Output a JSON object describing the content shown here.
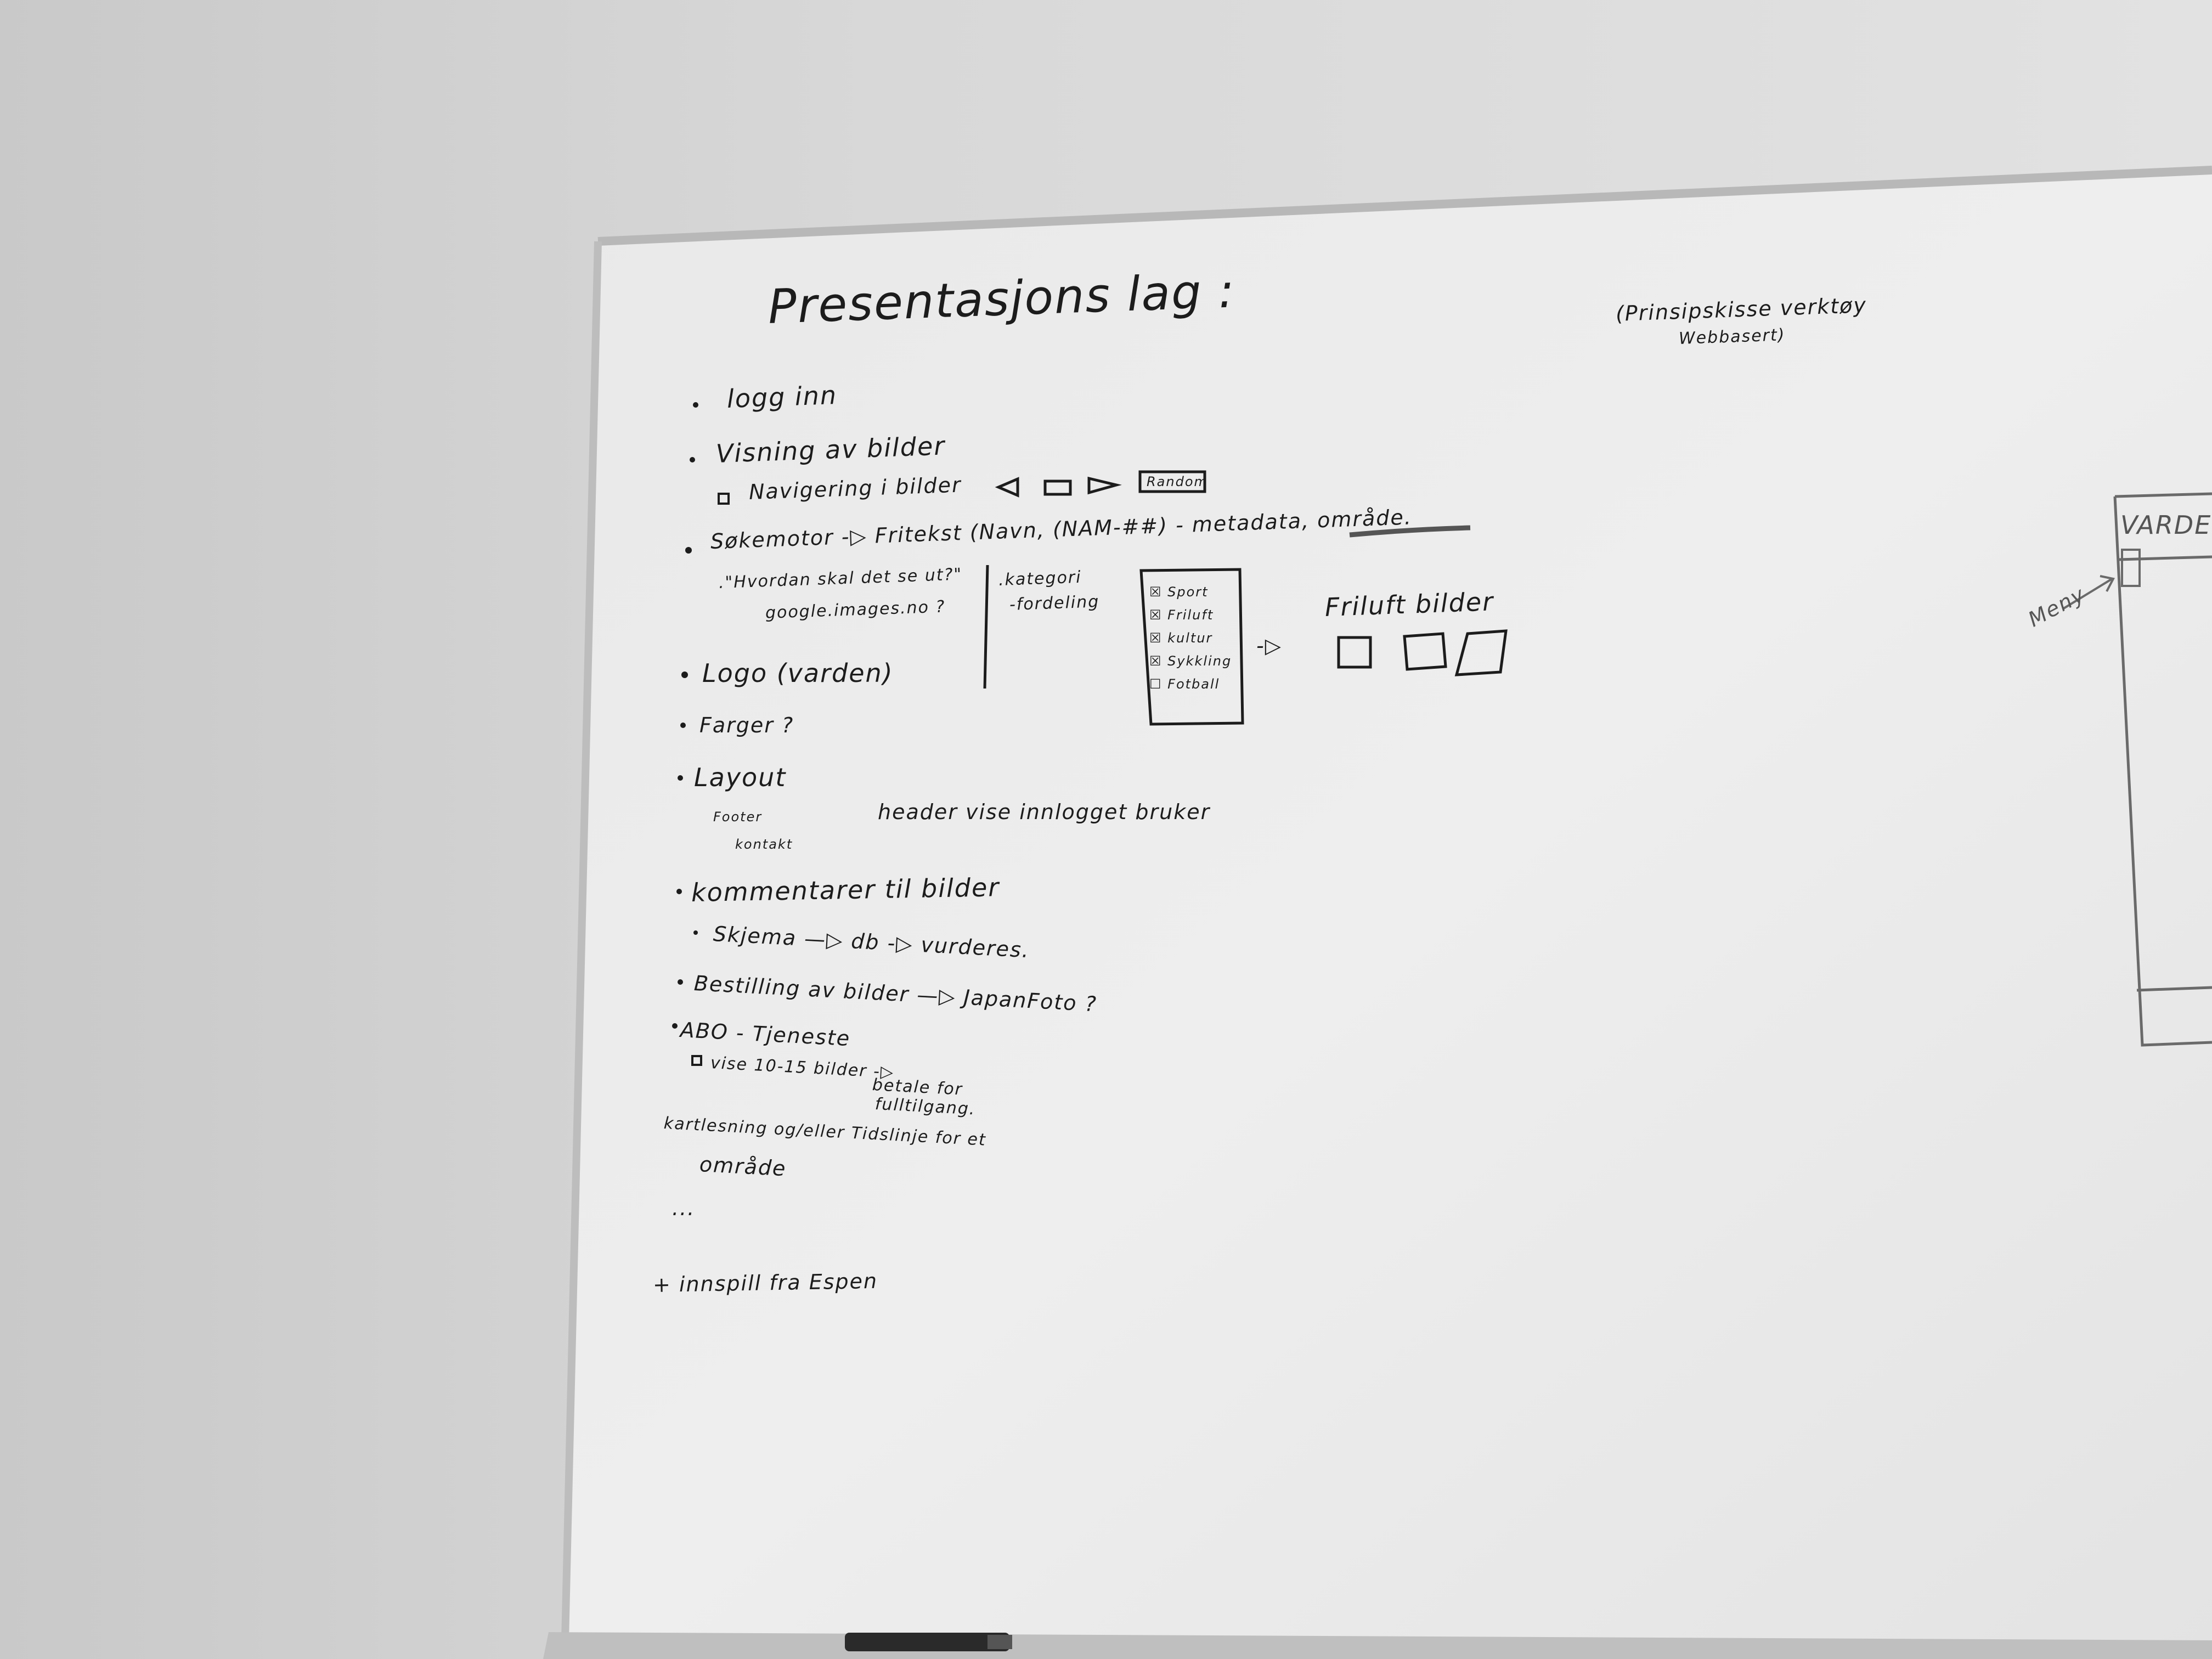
{
  "board": {
    "title": "Presentasjons lag :",
    "note_top_right": [
      "(Prinsipskisse verktøy",
      "Webbasert)"
    ],
    "items": {
      "logg_inn": "logg inn",
      "visning": "Visning av bilder",
      "navigering": "Navigering i bilder",
      "random_button": "Random",
      "sokemotor": "Søkemotor -▷ Fritekst (Navn, (NAM-##) - metadata, område.",
      "hvordan": ".\"Hvordan skal det se ut?\"",
      "google": "google.images.no ?",
      "kategori": ".kategori",
      "fordeling": "-fordeling",
      "logo": "Logo (varden)",
      "farger": "Farger ?",
      "layout": "Layout",
      "footer": "Footer",
      "kontakt": "kontakt",
      "header": "header vise innlogget bruker",
      "kommentarer": "kommentarer til bilder",
      "skjema": "Skjema  —▷ db -▷ vurderes.",
      "bestilling": "Bestilling av bilder  —▷ JapanFoto ?",
      "abo": "ABO - Tjeneste",
      "vise": "vise 10-15 bilder -▷",
      "betale1": "betale for",
      "betale2": "fulltilgang.",
      "kartlesning": "kartlesning og/eller Tidslinje for et",
      "omrade": "område",
      "dots": "...",
      "innspill": "+ innspill fra Espen"
    },
    "checklist": {
      "items": [
        "Sport",
        "Friluft",
        "kultur",
        "Sykkling",
        "Fotball"
      ],
      "checked": [
        true,
        true,
        true,
        true,
        false
      ]
    },
    "friluft_label": "Friluft   bilder",
    "arrow_label": "-▷",
    "side_sketch": {
      "title": "VARDE",
      "menu_label": "Meny"
    }
  }
}
